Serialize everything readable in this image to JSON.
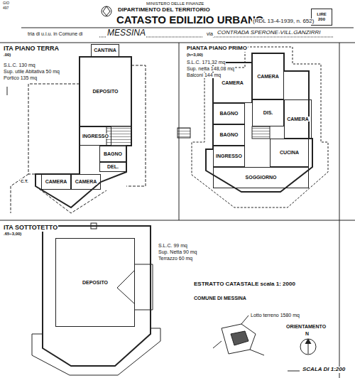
{
  "diagram": {
    "title": "CATASTO EDILIZIO URBANO",
    "nodes": [
      {
        "text": [
          "LIRE 200"
        ]
      },
      {
        "text": [
          "CANTINA"
        ]
      },
      {
        "text": [
          "DEPOSITO"
        ]
      },
      {
        "text": [
          "INGRESSO"
        ]
      },
      {
        "text": [
          "BAGNO"
        ]
      },
      {
        "text": [
          "DEL."
        ]
      },
      {
        "text": [
          "CAMERA"
        ]
      },
      {
        "text": [
          "CAMERA"
        ]
      },
      {
        "text": [
          "CAMERA"
        ]
      },
      {
        "text": [
          "CAMERA"
        ]
      },
      {
        "text": [
          "BAGNO"
        ]
      },
      {
        "text": [
          "DIS."
        ]
      },
      {
        "text": [
          "CAMERA"
        ]
      },
      {
        "text": [
          "BAGNO"
        ]
      },
      {
        "text": [
          "CUCINA"
        ]
      },
      {
        "text": [
          "INGRESSO"
        ]
      },
      {
        "text": [
          "SOGGIORNO"
        ]
      },
      {
        "text": [
          "DEPOSITO"
        ]
      }
    ],
    "labels": [
      "GIO",
      "497",
      "MINISTERO DELLE FINANZE",
      "DIPARTIMENTO DEL TERRITORIO",
      "(RDL 13-4-1939, n. 652)",
      "tria di u.i.u. in Comune di",
      "MESSINA",
      "via",
      "CONTRADA SPERONE-VILL.GANZIRRI",
      "ITA PIANO TERRA",
      ".00)",
      "S.L.C. 130 mq",
      "Sup. utile Abitativa 50 mq",
      "Portico 135 mq",
      "C.T.",
      "PIANTA PIANO PRIMO",
      "(h=3,00)",
      "S.L.C. 171,32 mq",
      "Sup. netta 148,08 mq",
      "Balconi 144 mq",
      "ITA SOTTOTETTO",
      ".65÷3,00)",
      "S.L.C. 99 mq",
      "Sup. Netta 90 mq",
      "Terrazzo 60 mq",
      "ESTRATTO CATASTALE scala 1: 2000",
      "COMUNE DI MESSINA",
      "Lotto terreno 1580 mq",
      "ORIENTAMENTO",
      "N",
      "SCALA DI 1:200"
    ]
  }
}
